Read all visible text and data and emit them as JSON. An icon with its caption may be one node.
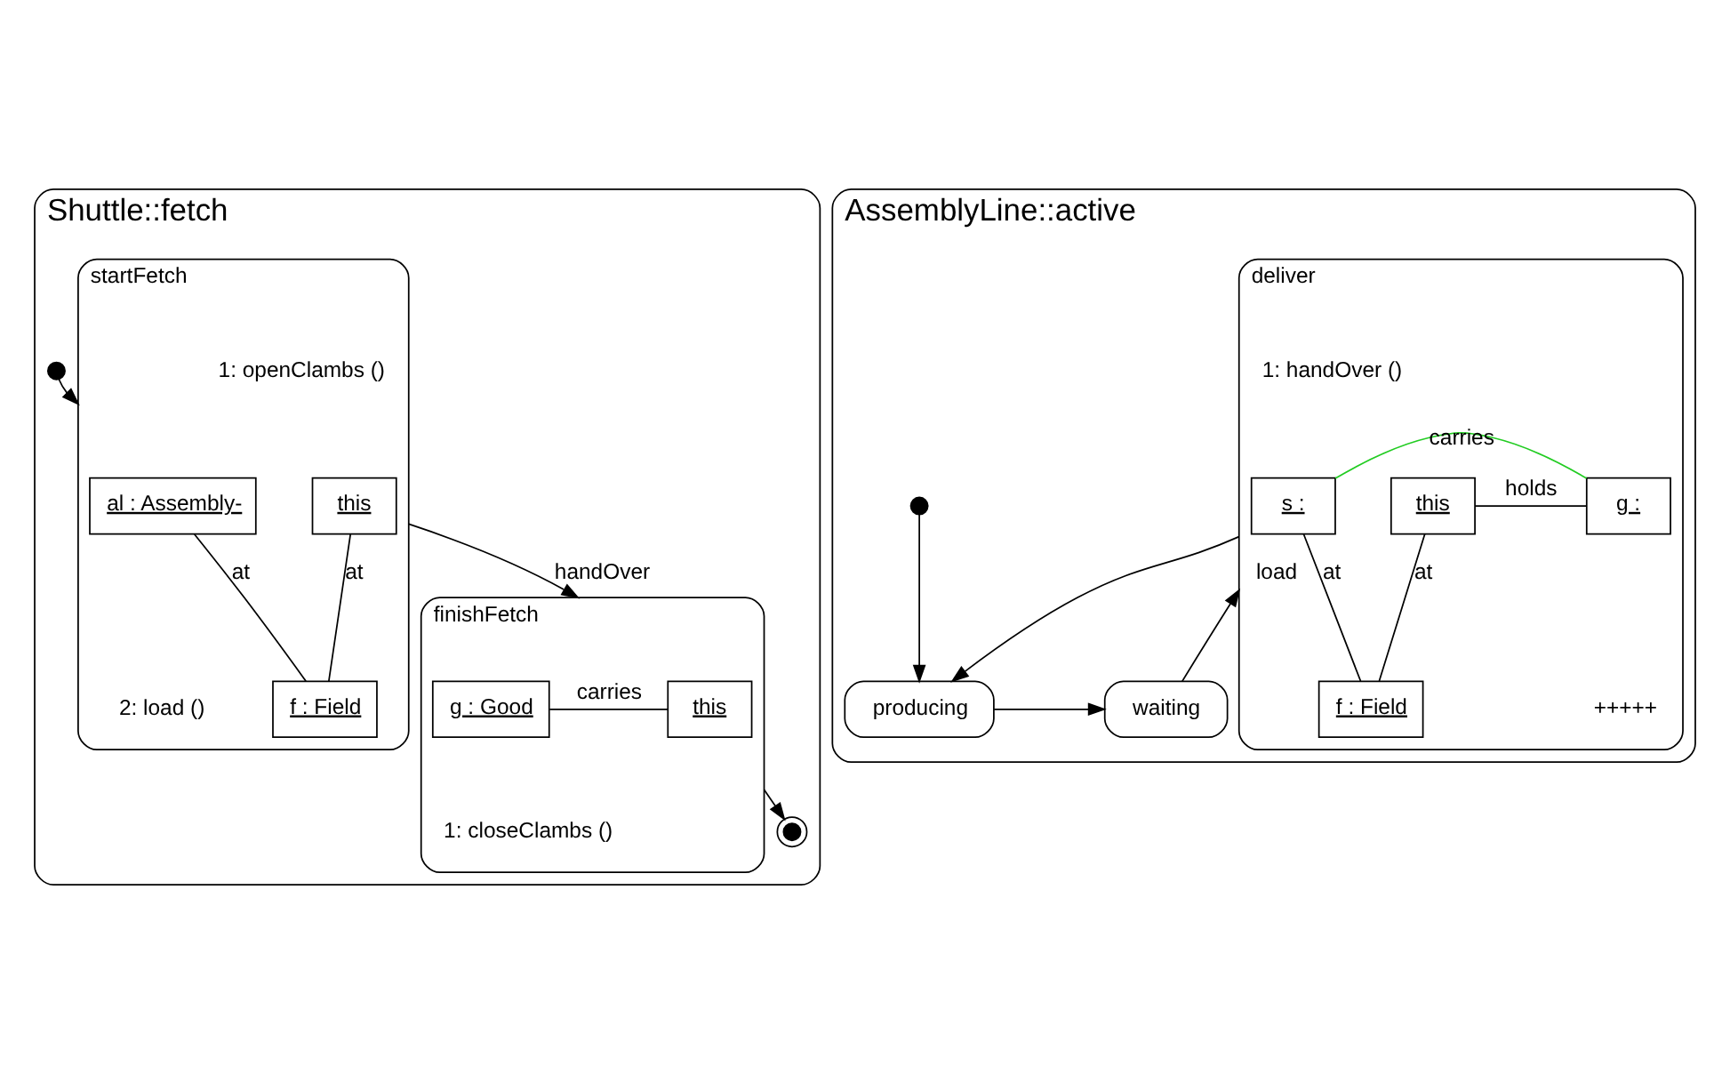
{
  "diagram": {
    "nodes": [
      {
        "text": [
          "Shuttle::fetch"
        ]
      },
      {
        "text": [],
        "shape": "circle",
        "in": 0
      },
      {
        "text": [
          "startFetch"
        ],
        "in": 0
      },
      {
        "text": [
          "this"
        ],
        "in": 2
      },
      {
        "text": [
          "al : Assembly-"
        ],
        "in": 2
      },
      {
        "text": [
          "f : Field"
        ],
        "in": 2
      },
      {
        "text": [
          "finishFetch"
        ],
        "in": 0
      },
      {
        "text": [
          "this"
        ],
        "in": 6
      },
      {
        "text": [
          "g : Good"
        ],
        "in": 6
      },
      {
        "text": [],
        "shape": "circle",
        "in": 0
      },
      {
        "text": [
          "AssemblyLine::active"
        ]
      },
      {
        "text": [],
        "shape": "circle",
        "in": 10
      },
      {
        "text": [
          "waiting"
        ],
        "in": 10
      },
      {
        "text": [
          "producing"
        ],
        "in": 10
      },
      {
        "text": [
          "deliver"
        ],
        "in": 10
      },
      {
        "text": [
          "s :"
        ],
        "in": 14
      },
      {
        "text": [
          "g :"
        ],
        "in": 14
      },
      {
        "text": [
          "this"
        ],
        "in": 14
      },
      {
        "text": [
          "f : Field"
        ],
        "in": 14
      }
    ],
    "edges": [
      {
        "from": 1,
        "to": 2,
        "arrow": "to"
      },
      {
        "from": 3,
        "to": 5,
        "label": "at",
        "arrow": "none"
      },
      {
        "from": 4,
        "to": 5,
        "label": "at",
        "arrow": "none"
      },
      {
        "from": 2,
        "to": 6,
        "label": "handOver",
        "arrow": "to"
      },
      {
        "from": 7,
        "to": 8,
        "label": "carries",
        "arrow": "none"
      },
      {
        "from": 6,
        "to": 9,
        "arrow": "to"
      },
      {
        "from": 11,
        "to": 13,
        "arrow": "to"
      },
      {
        "from": 13,
        "to": 12,
        "arrow": "to"
      },
      {
        "from": 12,
        "to": 14,
        "label": "load",
        "arrow": "to"
      },
      {
        "from": 14,
        "to": 13,
        "arrow": "to"
      },
      {
        "from": 15,
        "to": 16,
        "label": "carries",
        "arrow": "none",
        "color": "#22cc22"
      },
      {
        "from": 16,
        "to": 17,
        "label": "holds",
        "arrow": "none"
      },
      {
        "from": 15,
        "to": 18,
        "label": "at",
        "arrow": "none"
      },
      {
        "from": 17,
        "to": 18,
        "label": "at",
        "arrow": "none"
      }
    ],
    "labels": [
      "1: openClambs ()",
      "2: load ()",
      "1: closeClambs ()",
      "1: handOver ()",
      "+++++"
    ]
  }
}
